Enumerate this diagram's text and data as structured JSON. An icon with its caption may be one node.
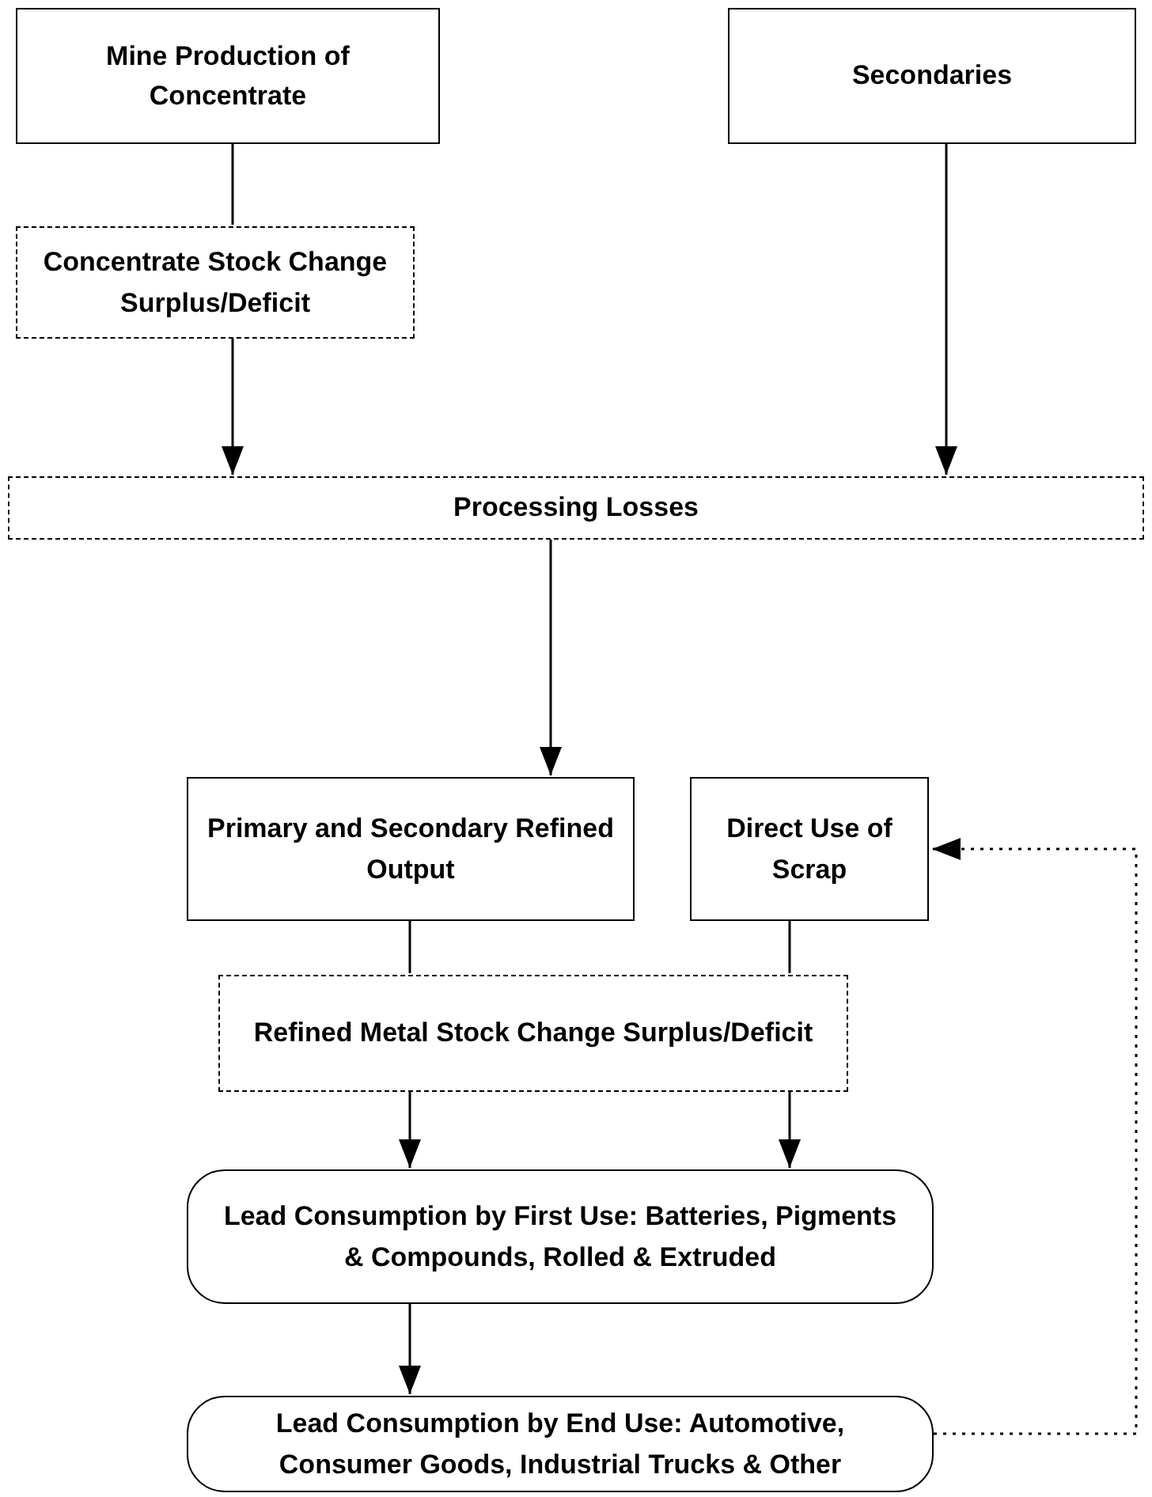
{
  "diagram": {
    "nodes": [
      {
        "text": [
          "Mine Production of Concentrate"
        ]
      },
      {
        "text": [
          "Secondaries"
        ]
      },
      {
        "text": [
          "Concentrate Stock Change Surplus/Deficit"
        ]
      },
      {
        "text": [
          "Processing Losses"
        ]
      },
      {
        "text": [
          "Primary and Secondary Refined Output"
        ]
      },
      {
        "text": [
          "Direct Use of Scrap"
        ]
      },
      {
        "text": [
          "Refined Metal Stock Change Surplus/Deficit"
        ]
      },
      {
        "text": [
          "Lead Consumption by First Use: Batteries, Pigments & Compounds, Rolled & Extruded"
        ]
      },
      {
        "text": [
          "Lead Consumption by End Use: Automotive, Consumer Goods, Industrial Trucks & Other"
        ]
      }
    ],
    "edges": [
      {
        "from": 0,
        "to": 2,
        "arrow": "none"
      },
      {
        "from": 2,
        "to": 3,
        "arrow": "to"
      },
      {
        "from": 1,
        "to": 3,
        "arrow": "to"
      },
      {
        "from": 3,
        "to": 4,
        "arrow": "to"
      },
      {
        "from": 4,
        "to": 6,
        "arrow": "none"
      },
      {
        "from": 5,
        "to": 6,
        "arrow": "none"
      },
      {
        "from": 6,
        "to": 7,
        "arrow": "to"
      },
      {
        "from": 6,
        "to": 7,
        "arrow": "to"
      },
      {
        "from": 7,
        "to": 8,
        "arrow": "to"
      },
      {
        "from": 8,
        "to": 5,
        "arrow": "to",
        "style": "dashed"
      }
    ]
  }
}
